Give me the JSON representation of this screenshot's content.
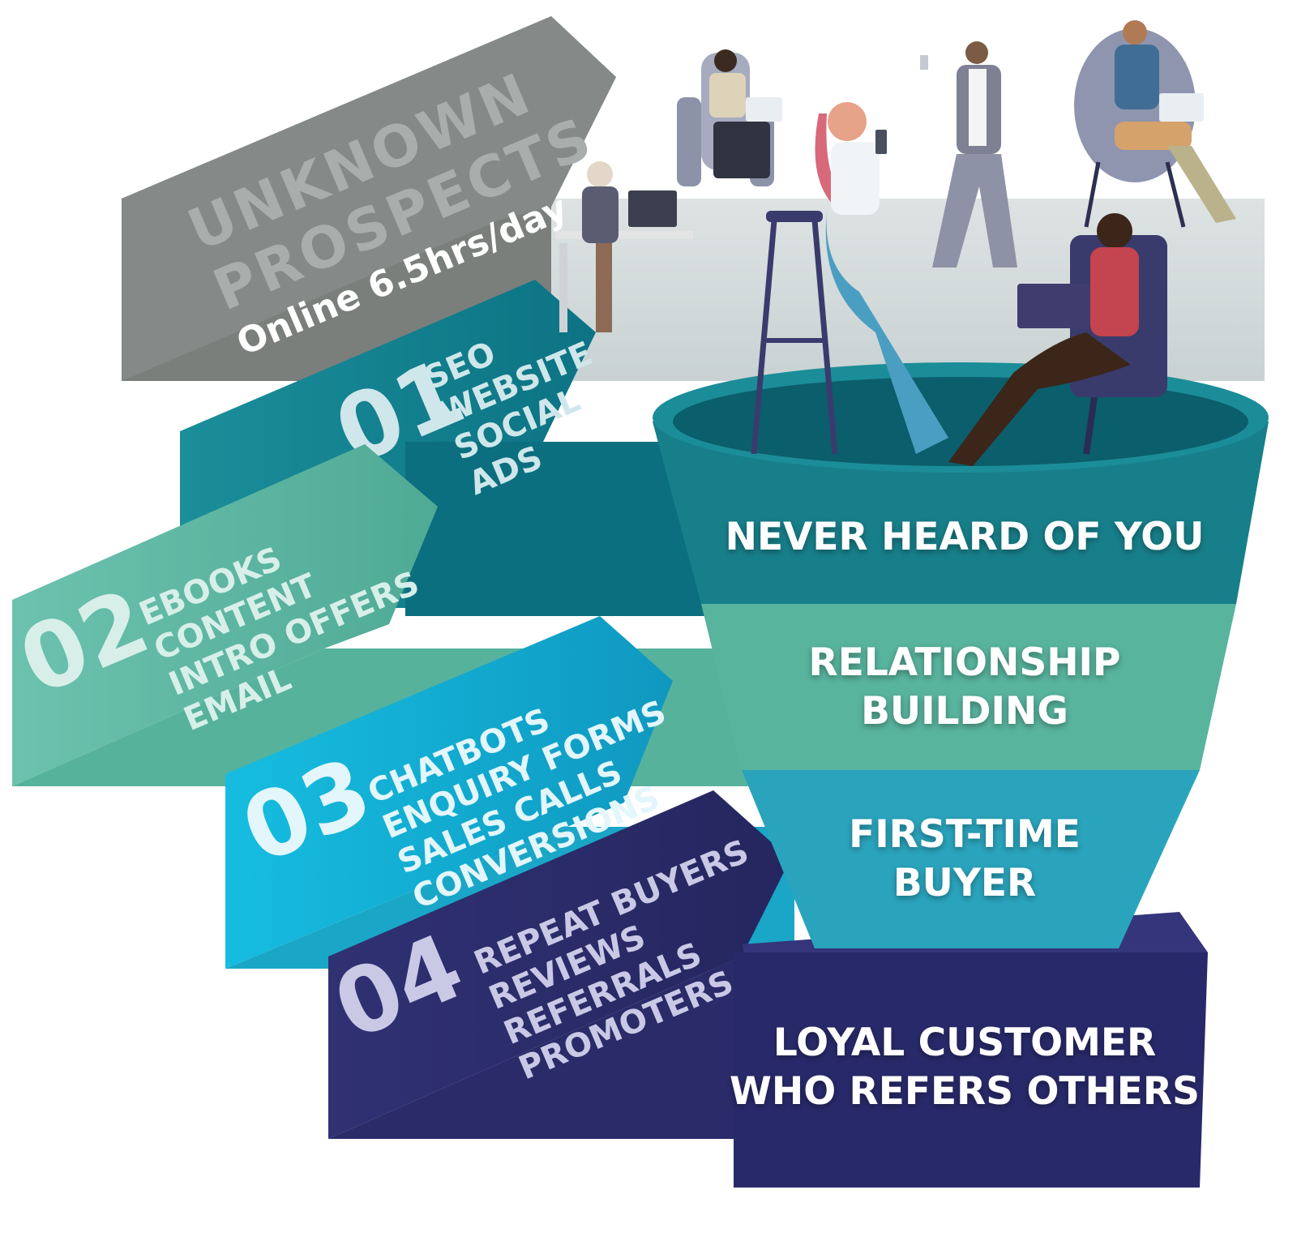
{
  "banner": {
    "line1": "UNKNOWN",
    "line2": "PROSPECTS",
    "line3": "Online 6.5hrs/day"
  },
  "steps": [
    {
      "number": "01",
      "items": [
        "SEO",
        "WEBSITE",
        "SOCIAL",
        "ADS"
      ]
    },
    {
      "number": "02",
      "items": [
        "EBOOKS",
        "CONTENT",
        "INTRO OFFERS",
        "EMAIL"
      ]
    },
    {
      "number": "03",
      "items": [
        "CHATBOTS",
        "ENQUIRY FORMS",
        "SALES CALLS",
        "CONVERSIONS"
      ]
    },
    {
      "number": "04",
      "items": [
        "REPEAT BUYERS",
        "REVIEWS",
        "REFERRALS",
        "PROMOTERS"
      ]
    }
  ],
  "funnel": [
    {
      "lines": [
        "NEVER HEARD OF YOU"
      ]
    },
    {
      "lines": [
        "RELATIONSHIP",
        "BUILDING"
      ]
    },
    {
      "lines": [
        "FIRST-TIME",
        "BUYER"
      ]
    },
    {
      "lines": [
        "LOYAL CUSTOMER",
        "WHO REFERS OTHERS"
      ]
    }
  ],
  "colors": {
    "banner": "#7b7f7c",
    "step1": "#1e8f9a",
    "step2": "#5fb9a3",
    "step3": "#12b2d6",
    "step4": "#2e2f6e",
    "funnel_top": "#177f8a",
    "funnel_mid": "#58b49d",
    "funnel_low": "#2aa4bd",
    "funnel_base": "#28296a"
  }
}
